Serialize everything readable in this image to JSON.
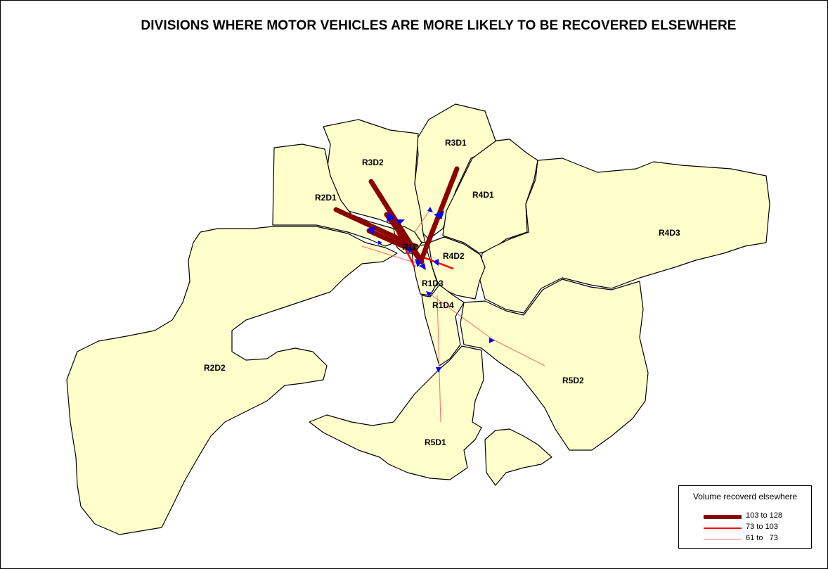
{
  "title": "DIVISIONS WHERE MOTOR VEHICLES ARE MORE LIKELY TO BE RECOVERED ELSEWHERE",
  "colors": {
    "region_fill": "#ffffcc",
    "flow_high": "#8b0000",
    "flow_mid": "#ff0000",
    "flow_low": "#ff6666",
    "arrow": "#0000ff"
  },
  "regions": [
    {
      "id": "R3D1",
      "label": "R3D1"
    },
    {
      "id": "R3D2",
      "label": "R3D2"
    },
    {
      "id": "R4D1",
      "label": "R4D1"
    },
    {
      "id": "R2D1",
      "label": "R2D1"
    },
    {
      "id": "R4D3",
      "label": "R4D3"
    },
    {
      "id": "R4D2",
      "label": "R4D2"
    },
    {
      "id": "R1D3",
      "label": "R1D3"
    },
    {
      "id": "R1D4",
      "label": "R1D4"
    },
    {
      "id": "R2D2",
      "label": "R2D2"
    },
    {
      "id": "R5D2",
      "label": "R5D2"
    },
    {
      "id": "R5D1",
      "label": "R5D1"
    },
    {
      "id": "R1D1",
      "label": "R1D"
    }
  ],
  "legend": {
    "title": "Volume recoverd elsewhere",
    "items": [
      {
        "label": "103 to 128",
        "class": "high"
      },
      {
        "label": "73 to 103",
        "class": "mid"
      },
      {
        "label": "61 to   73",
        "class": "low"
      }
    ]
  }
}
